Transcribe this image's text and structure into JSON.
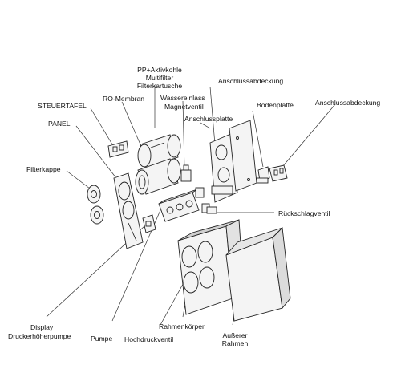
{
  "labels": {
    "pp_carbon_line1": "PP+Aktivkohle",
    "pp_carbon_line2": "Multifilter",
    "pp_carbon_line3": "Filterkartusche",
    "ro_membrane": "RO-Membran",
    "water_inlet": "Wassereinlass",
    "solenoid_valve": "Magnetventil",
    "connection_plate": "Anschlussplatte",
    "connection_cover_top": "Anschlussabdeckung",
    "base_plate": "Bodenplatte",
    "connection_cover_right": "Anschlussabdeckung",
    "control_panel": "STEUERTAFEL",
    "panel": "PANEL",
    "filter_cap": "Filterkappe",
    "check_valve": "Rückschlagventil",
    "display": "Display",
    "booster_pump": "Druckerhöherpumpe",
    "pump": "Pumpe",
    "high_pressure_valve": "Hochdruckventil",
    "frame_body": "Rahmenkörper",
    "outer_frame_line1": "Außerer",
    "outer_frame_line2": "Rahmen"
  },
  "colors": {
    "line": "#222222",
    "part_fill": "#f4f4f4",
    "shade": "#cfcfcf"
  }
}
